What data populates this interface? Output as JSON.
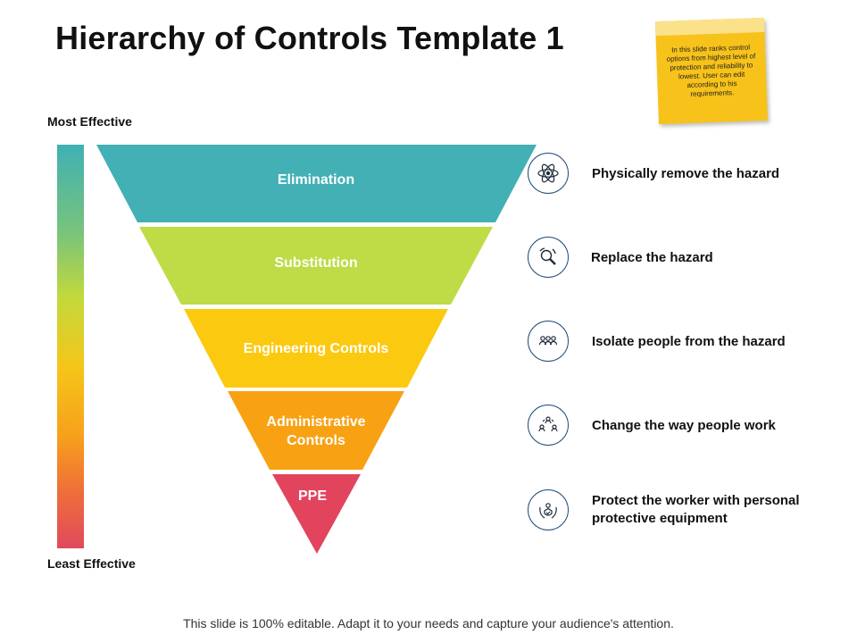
{
  "title": "Hierarchy of Controls Template 1",
  "note": "In this slide ranks control options from highest level of protection and reliability to lowest. User can edit according to his requirements.",
  "scale": {
    "top_label": "Most Effective",
    "bottom_label": "Least Effective"
  },
  "levels": [
    {
      "label": "Elimination",
      "color": "#42b0b5"
    },
    {
      "label": "Substitution",
      "color": "#bddc45"
    },
    {
      "label": "Engineering Controls",
      "color": "#fbc90f"
    },
    {
      "label": "Administrative\nControls",
      "color": "#f8a113"
    },
    {
      "label": "PPE",
      "color": "#e2445e"
    }
  ],
  "descriptions": [
    {
      "text": "Physically remove the hazard",
      "icon": "atom-icon"
    },
    {
      "text": "Replace the hazard",
      "icon": "magnifier-refresh-icon"
    },
    {
      "text": "Isolate people from the hazard",
      "icon": "people-group-icon"
    },
    {
      "text": "Change the way people work",
      "icon": "people-exchange-icon"
    },
    {
      "text": "Protect the worker with personal protective equipment",
      "icon": "protective-shield-icon"
    }
  ],
  "footer": "This slide is 100% editable. Adapt it to your needs and capture your audience's attention."
}
